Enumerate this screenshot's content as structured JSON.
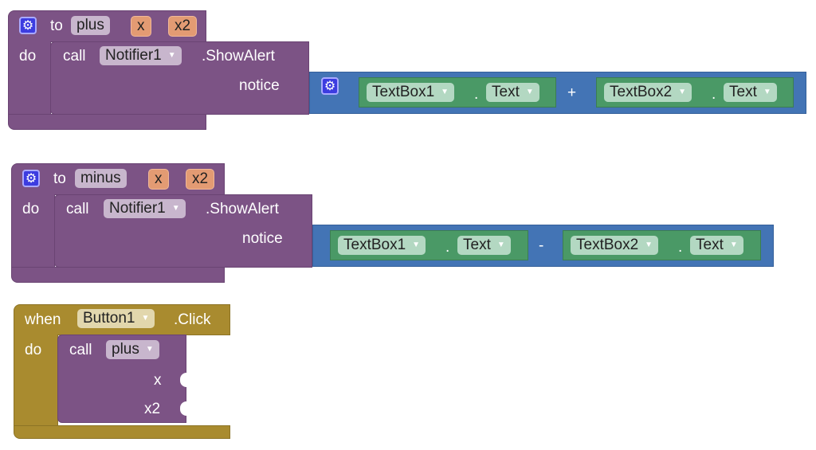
{
  "blocks": [
    {
      "header": "to",
      "name": "plus",
      "params": [
        "x",
        "x2"
      ],
      "do": "do",
      "call": "call",
      "component": "Notifier1",
      "method": ".ShowAlert",
      "arg": "notice",
      "left": {
        "component": "TextBox1",
        "dot": ".",
        "prop": "Text"
      },
      "op": "+",
      "right": {
        "component": "TextBox2",
        "dot": ".",
        "prop": "Text"
      }
    },
    {
      "header": "to",
      "name": "minus",
      "params": [
        "x",
        "x2"
      ],
      "do": "do",
      "call": "call",
      "component": "Notifier1",
      "method": ".ShowAlert",
      "arg": "notice",
      "left": {
        "component": "TextBox1",
        "dot": ".",
        "prop": "Text"
      },
      "op": "-",
      "right": {
        "component": "TextBox2",
        "dot": ".",
        "prop": "Text"
      }
    }
  ],
  "event": {
    "when": "when",
    "component": "Button1",
    "event": ".Click",
    "do": "do",
    "call": "call",
    "proc": "plus",
    "args": [
      "x",
      "x2"
    ]
  },
  "colors": {
    "procedure": "#7c5385",
    "math": "#4374b5",
    "component": "#4a9966",
    "control": "#a98b2f"
  }
}
